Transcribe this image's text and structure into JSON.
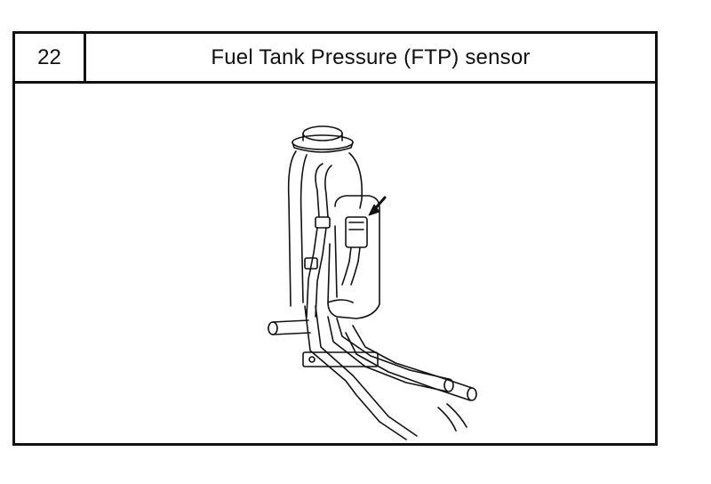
{
  "header": {
    "number": "22",
    "title": "Fuel Tank Pressure (FTP) sensor"
  },
  "figure": {
    "subject": "fuel-tank-pressure-sensor-assembly",
    "arrow_target": "ftp-sensor"
  },
  "colors": {
    "line": "#111111",
    "background": "#ffffff"
  }
}
